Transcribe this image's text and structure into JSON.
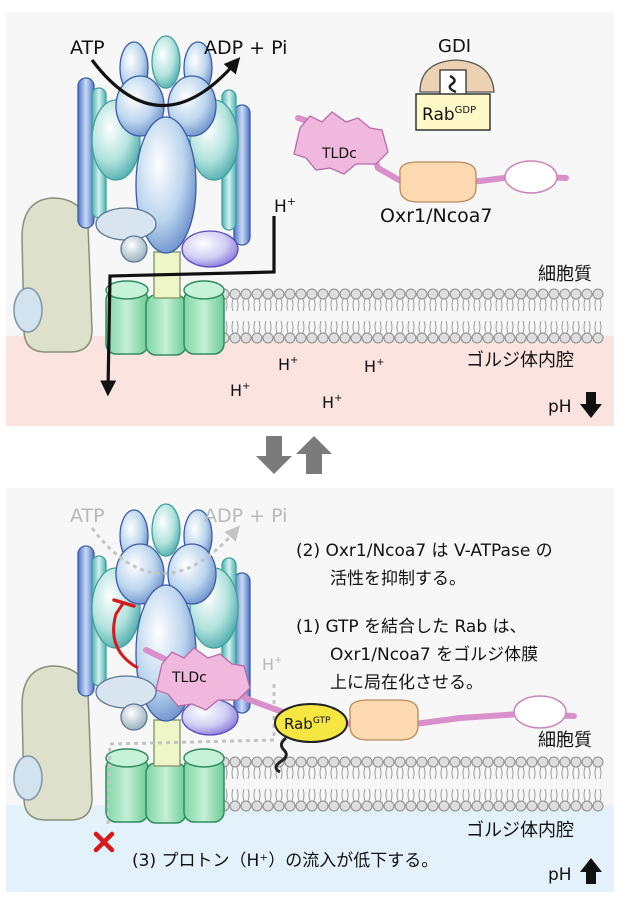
{
  "top": {
    "atp": "ATP",
    "adp_pi": "ADP + Pi",
    "gdi": "GDI",
    "rab_gdp_base": "Rab",
    "rab_gdp_sup": "GDP",
    "tldc": "TLDc",
    "oxr1": "Oxr1/Ncoa7",
    "h_base": "H",
    "h_sup": "+",
    "cytoplasm": "細胞質",
    "lumen": "ゴルジ体内腔",
    "ph": "pH"
  },
  "bottom": {
    "atp": "ATP",
    "adp_pi": "ADP + Pi",
    "step2_line1": "(2) Oxr1/Ncoa7 は V-ATPase の",
    "step2_line2": "活性を抑制する。",
    "step1_line1": "(1) GTP を結合した Rab は、",
    "step1_line2": "Oxr1/Ncoa7 をゴルジ体膜",
    "step1_line3": "上に局在化させる。",
    "tldc": "TLDc",
    "rab_gtp_base": "Rab",
    "rab_gtp_sup": "GTP",
    "h_base": "H",
    "h_sup": "+",
    "cytoplasm": "細胞質",
    "lumen": "ゴルジ体内腔",
    "step3": "(3) プロトン（H⁺）の流入が低下する。",
    "ph": "pH"
  },
  "colors": {
    "top_lumen": "#fbe3df",
    "bottom_lumen": "#e3f1fa",
    "panel_bg": "#f7f7f7",
    "tldc_pink": "#efb8dc",
    "oxr1_peach": "#fcd9b0",
    "rab_gtp_yellow": "#f5e642",
    "inhibit_red": "#d7191c"
  }
}
